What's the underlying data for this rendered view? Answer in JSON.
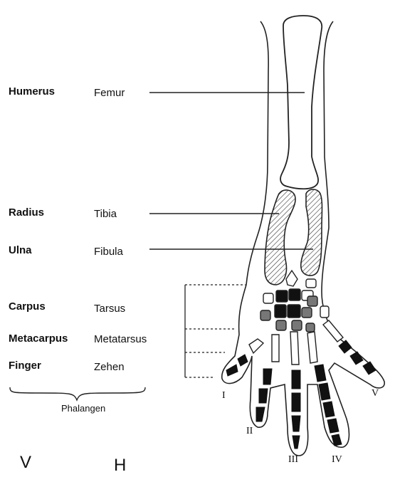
{
  "left_labels": {
    "humerus": "Humerus",
    "radius": "Radius",
    "ulna": "Ulna",
    "carpus": "Carpus",
    "metacarpus": "Metacarpus",
    "finger": "Finger"
  },
  "right_labels": {
    "femur": "Femur",
    "tibia": "Tibia",
    "fibula": "Fibula",
    "tarsus": "Tarsus",
    "metatarsus": "Metatarsus",
    "zehen": "Zehen"
  },
  "brace_label": "Phalangen",
  "digit_numerals": {
    "i": "I",
    "ii": "II",
    "iii": "III",
    "iv": "IV",
    "v": "V"
  },
  "handwritten": {
    "v": "V",
    "h": "H"
  }
}
